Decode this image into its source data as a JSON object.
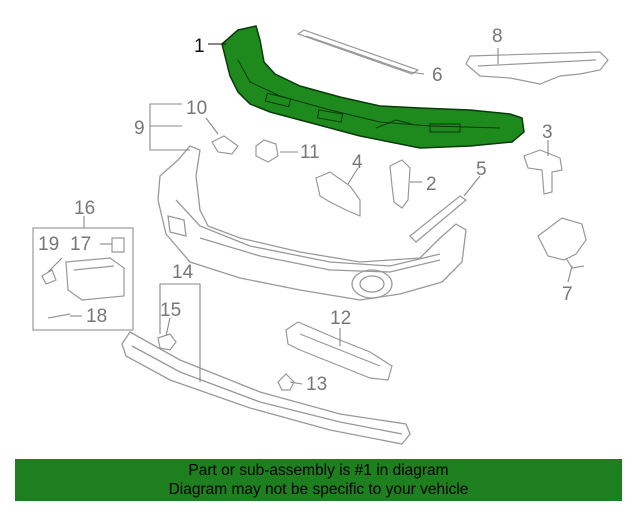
{
  "callouts": {
    "c1": "1",
    "c2": "2",
    "c3": "3",
    "c4": "4",
    "c5": "5",
    "c6": "6",
    "c7": "7",
    "c8": "8",
    "c9": "9",
    "c10": "10",
    "c11": "11",
    "c12": "12",
    "c13": "13",
    "c14": "14",
    "c15": "15",
    "c16": "16",
    "c17": "17",
    "c18": "18",
    "c19": "19"
  },
  "banner": {
    "line1": "Part or sub-assembly is #1 in diagram",
    "line2": "Diagram may not be specific to your vehicle"
  },
  "colors": {
    "highlight_part": "#1e8a1e",
    "banner_bg": "#1e7f1e",
    "outline": "#888888"
  }
}
